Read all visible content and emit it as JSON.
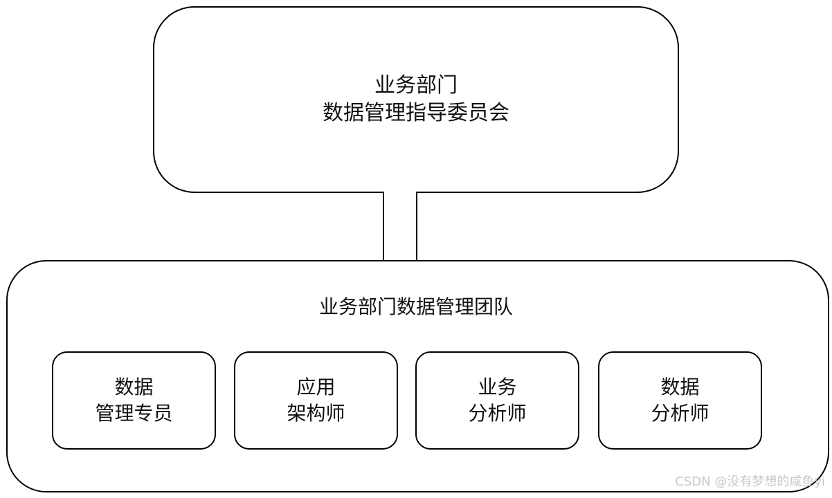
{
  "committee": {
    "line1": "业务部门",
    "line2": "数据管理指导委员会"
  },
  "team": {
    "title": "业务部门数据管理团队",
    "roles": [
      {
        "line1": "数据",
        "line2": "管理专员"
      },
      {
        "line1": "应用",
        "line2": "架构师"
      },
      {
        "line1": "业务",
        "line2": "分析师"
      },
      {
        "line1": "数据",
        "line2": "分析师"
      }
    ]
  },
  "watermark": "CSDN @没有梦想的咸鱼yi"
}
